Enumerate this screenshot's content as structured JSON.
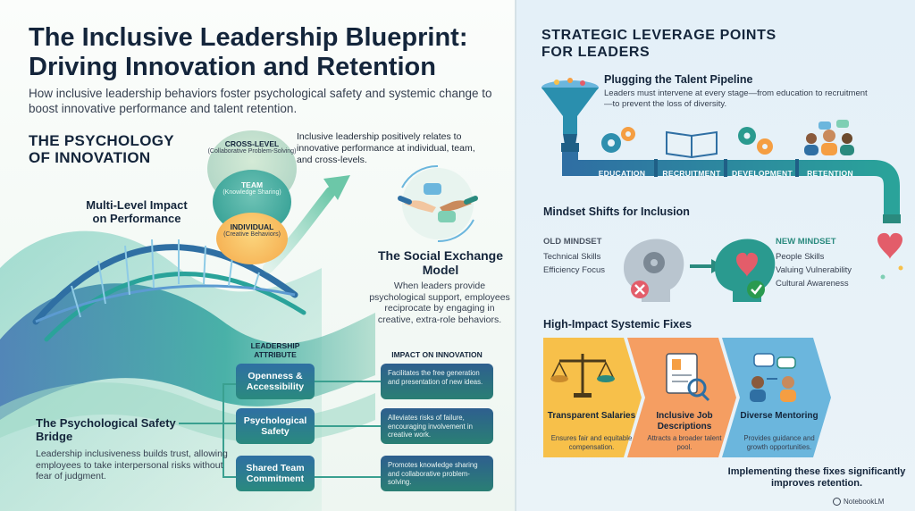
{
  "header": {
    "title_line1": "The Inclusive Leadership Blueprint:",
    "title_line2": "Driving Innovation and Retention",
    "subtitle": "How inclusive leadership behaviors foster psychological safety and systemic change to boost innovative performance and talent retention."
  },
  "psychology": {
    "title_line1": "THE PSYCHOLOGY",
    "title_line2": "OF INNOVATION",
    "multi_level": "Multi-Level Impact on Performance",
    "positive_note": "Inclusive leadership positively relates to innovative performance at individual, team, and cross-levels.",
    "levels": [
      {
        "name": "CROSS-LEVEL",
        "sub": "(Collaborative Problem-Solving)"
      },
      {
        "name": "TEAM",
        "sub": "(Knowledge Sharing)"
      },
      {
        "name": "INDIVIDUAL",
        "sub": "(Creative Behaviors)"
      }
    ],
    "social_title": "The Social Exchange Model",
    "social_desc": "When leaders provide psychological support, employees reciprocate by engaging in creative, extra-role behaviors."
  },
  "leadership": {
    "attr_header": "LEADERSHIP ATTRIBUTE",
    "impact_header": "IMPACT ON INNOVATION",
    "rows": [
      {
        "attribute": "Openness & Accessibility",
        "impact": "Facilitates the free generation and presentation of new ideas."
      },
      {
        "attribute": "Psychological Safety",
        "impact": "Alleviates risks of failure, encouraging involvement in creative work."
      },
      {
        "attribute": "Shared Team Commitment",
        "impact": "Promotes knowledge sharing and collaborative problem-solving."
      }
    ]
  },
  "bridge": {
    "title": "The Psychological Safety Bridge",
    "desc": "Leadership inclusiveness builds trust, allowing employees to take interpersonal risks without fear of judgment."
  },
  "strategic": {
    "title_line1": "STRATEGIC LEVERAGE POINTS",
    "title_line2": "FOR LEADERS",
    "pipeline_title": "Plugging the Talent Pipeline",
    "pipeline_desc": "Leaders must intervene at every stage—from education to recruitment—to prevent the loss of diversity.",
    "stages": [
      "EDUCATION",
      "RECRUITMENT",
      "DEVELOPMENT",
      "RETENTION"
    ]
  },
  "mindset": {
    "title": "Mindset Shifts for Inclusion",
    "old_header": "OLD MINDSET",
    "old_items": [
      "Technical Skills",
      "Efficiency Focus"
    ],
    "new_header": "NEW MINDSET",
    "new_items": [
      "People Skills",
      "Valuing Vulnerability",
      "Cultural Awareness"
    ]
  },
  "fixes": {
    "title": "High-Impact Systemic Fixes",
    "items": [
      {
        "name": "Transparent Salaries",
        "desc": "Ensures fair and equitable compensation."
      },
      {
        "name": "Inclusive Job Descriptions",
        "desc": "Attracts a broader talent pool."
      },
      {
        "name": "Diverse Mentoring",
        "desc": "Provides guidance and growth opportunities."
      }
    ],
    "footer": "Implementing these fixes significantly improves retention."
  },
  "brand": "NotebookLM",
  "colors": {
    "teal": "#2a8a7e",
    "navy": "#14253b",
    "blue": "#2f6fa3",
    "orange": "#f59e42",
    "yellow": "#f7c04a",
    "sky": "#6bb6dd"
  }
}
